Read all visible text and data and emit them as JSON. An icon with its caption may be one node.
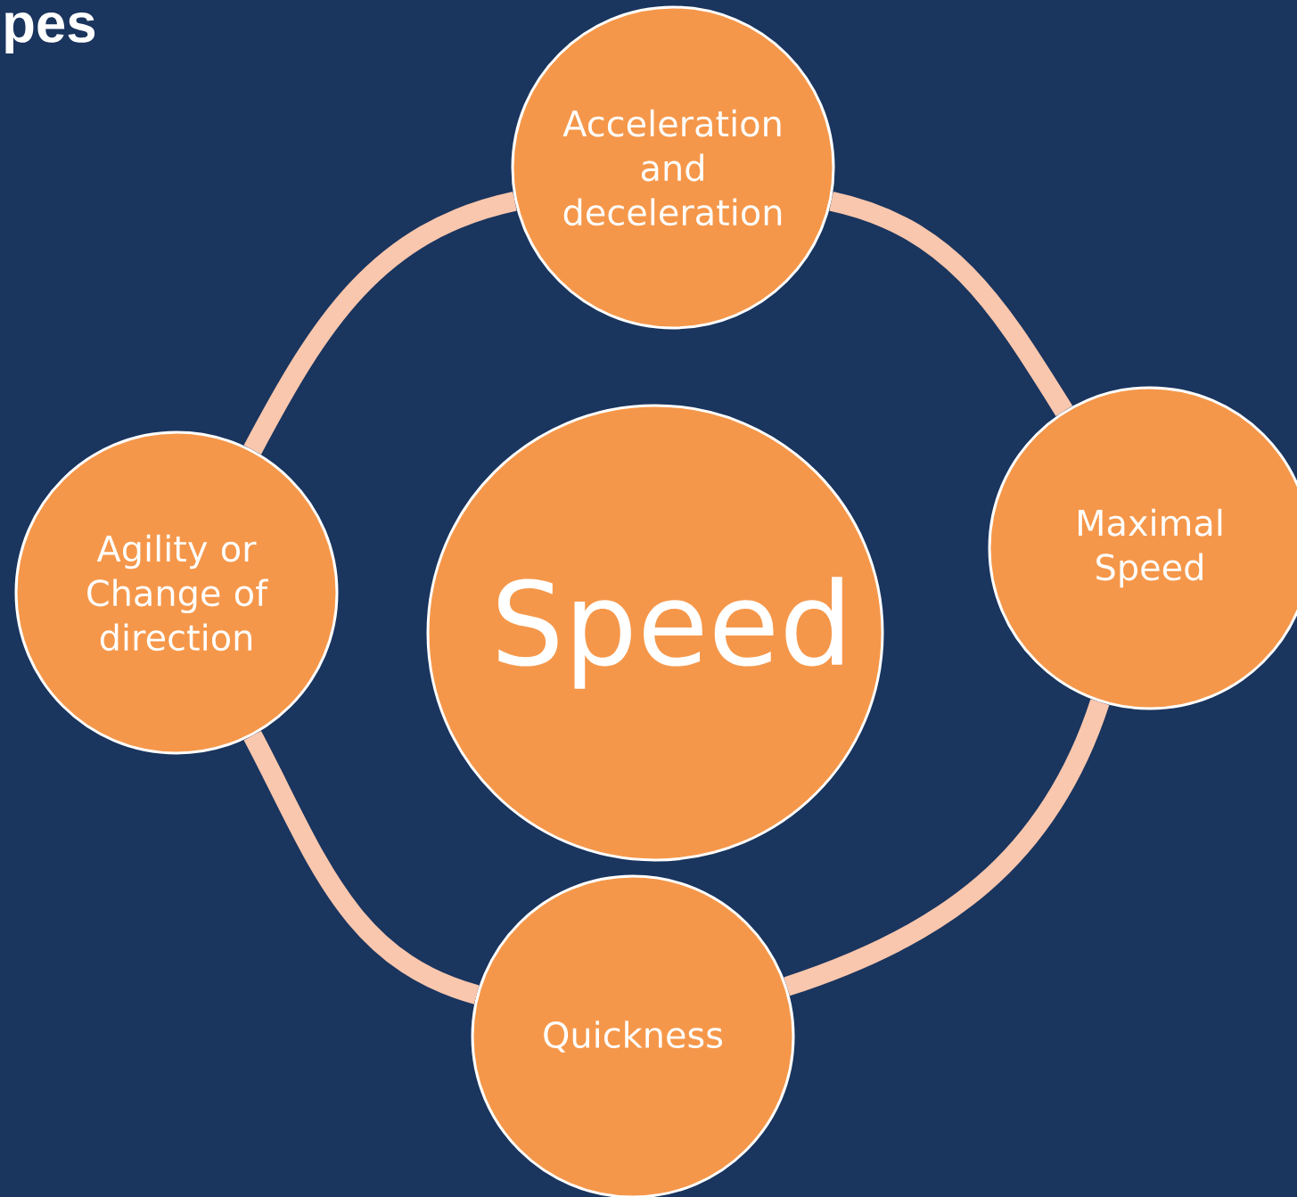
{
  "diagram": {
    "title": "pes",
    "nodes": [
      {
        "text": [
          "Speed"
        ]
      },
      {
        "text": [
          "Acceleration and deceleration"
        ]
      },
      {
        "text": [
          "Maximal Speed"
        ]
      },
      {
        "text": [
          "Quickness"
        ]
      },
      {
        "text": [
          "Agility or Change of direction"
        ]
      }
    ],
    "edges": [
      {
        "from": 1,
        "to": 2,
        "arrow": "none"
      },
      {
        "from": 2,
        "to": 3,
        "arrow": "none"
      },
      {
        "from": 3,
        "to": 4,
        "arrow": "none"
      },
      {
        "from": 4,
        "to": 1,
        "arrow": "none"
      }
    ]
  }
}
